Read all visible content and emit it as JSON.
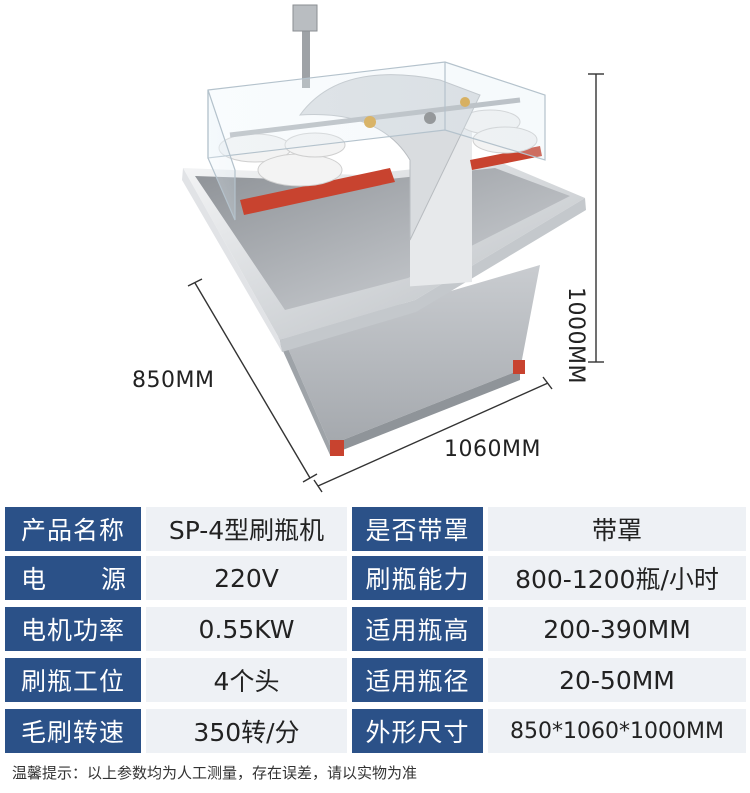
{
  "dimensions": {
    "width": "850MM",
    "length": "1060MM",
    "height": "1000MM"
  },
  "specs": [
    {
      "label1": "产品名称",
      "value1": "SP-4型刷瓶机",
      "label2": "是否带罩",
      "value2": "带罩"
    },
    {
      "label1a": "电",
      "label1b": "源",
      "value1": "220V",
      "label2": "刷瓶能力",
      "value2": "800-1200瓶/小时"
    },
    {
      "label1": "电机功率",
      "value1": "0.55KW",
      "label2": "适用瓶高",
      "value2": "200-390MM"
    },
    {
      "label1": "刷瓶工位",
      "value1": "4个头",
      "label2": "适用瓶径",
      "value2": "20-50MM"
    },
    {
      "label1": "毛刷转速",
      "value1": "350转/分",
      "label2": "外形尺寸",
      "value2": "850*1060*1000MM"
    }
  ],
  "footnote": "温馨提示：以上参数均为人工测量，存在误差，请以实物为准",
  "colors": {
    "label_bg": "#2b5188",
    "value_bg": "#eef1f5",
    "brush_red": "#c8432f"
  }
}
